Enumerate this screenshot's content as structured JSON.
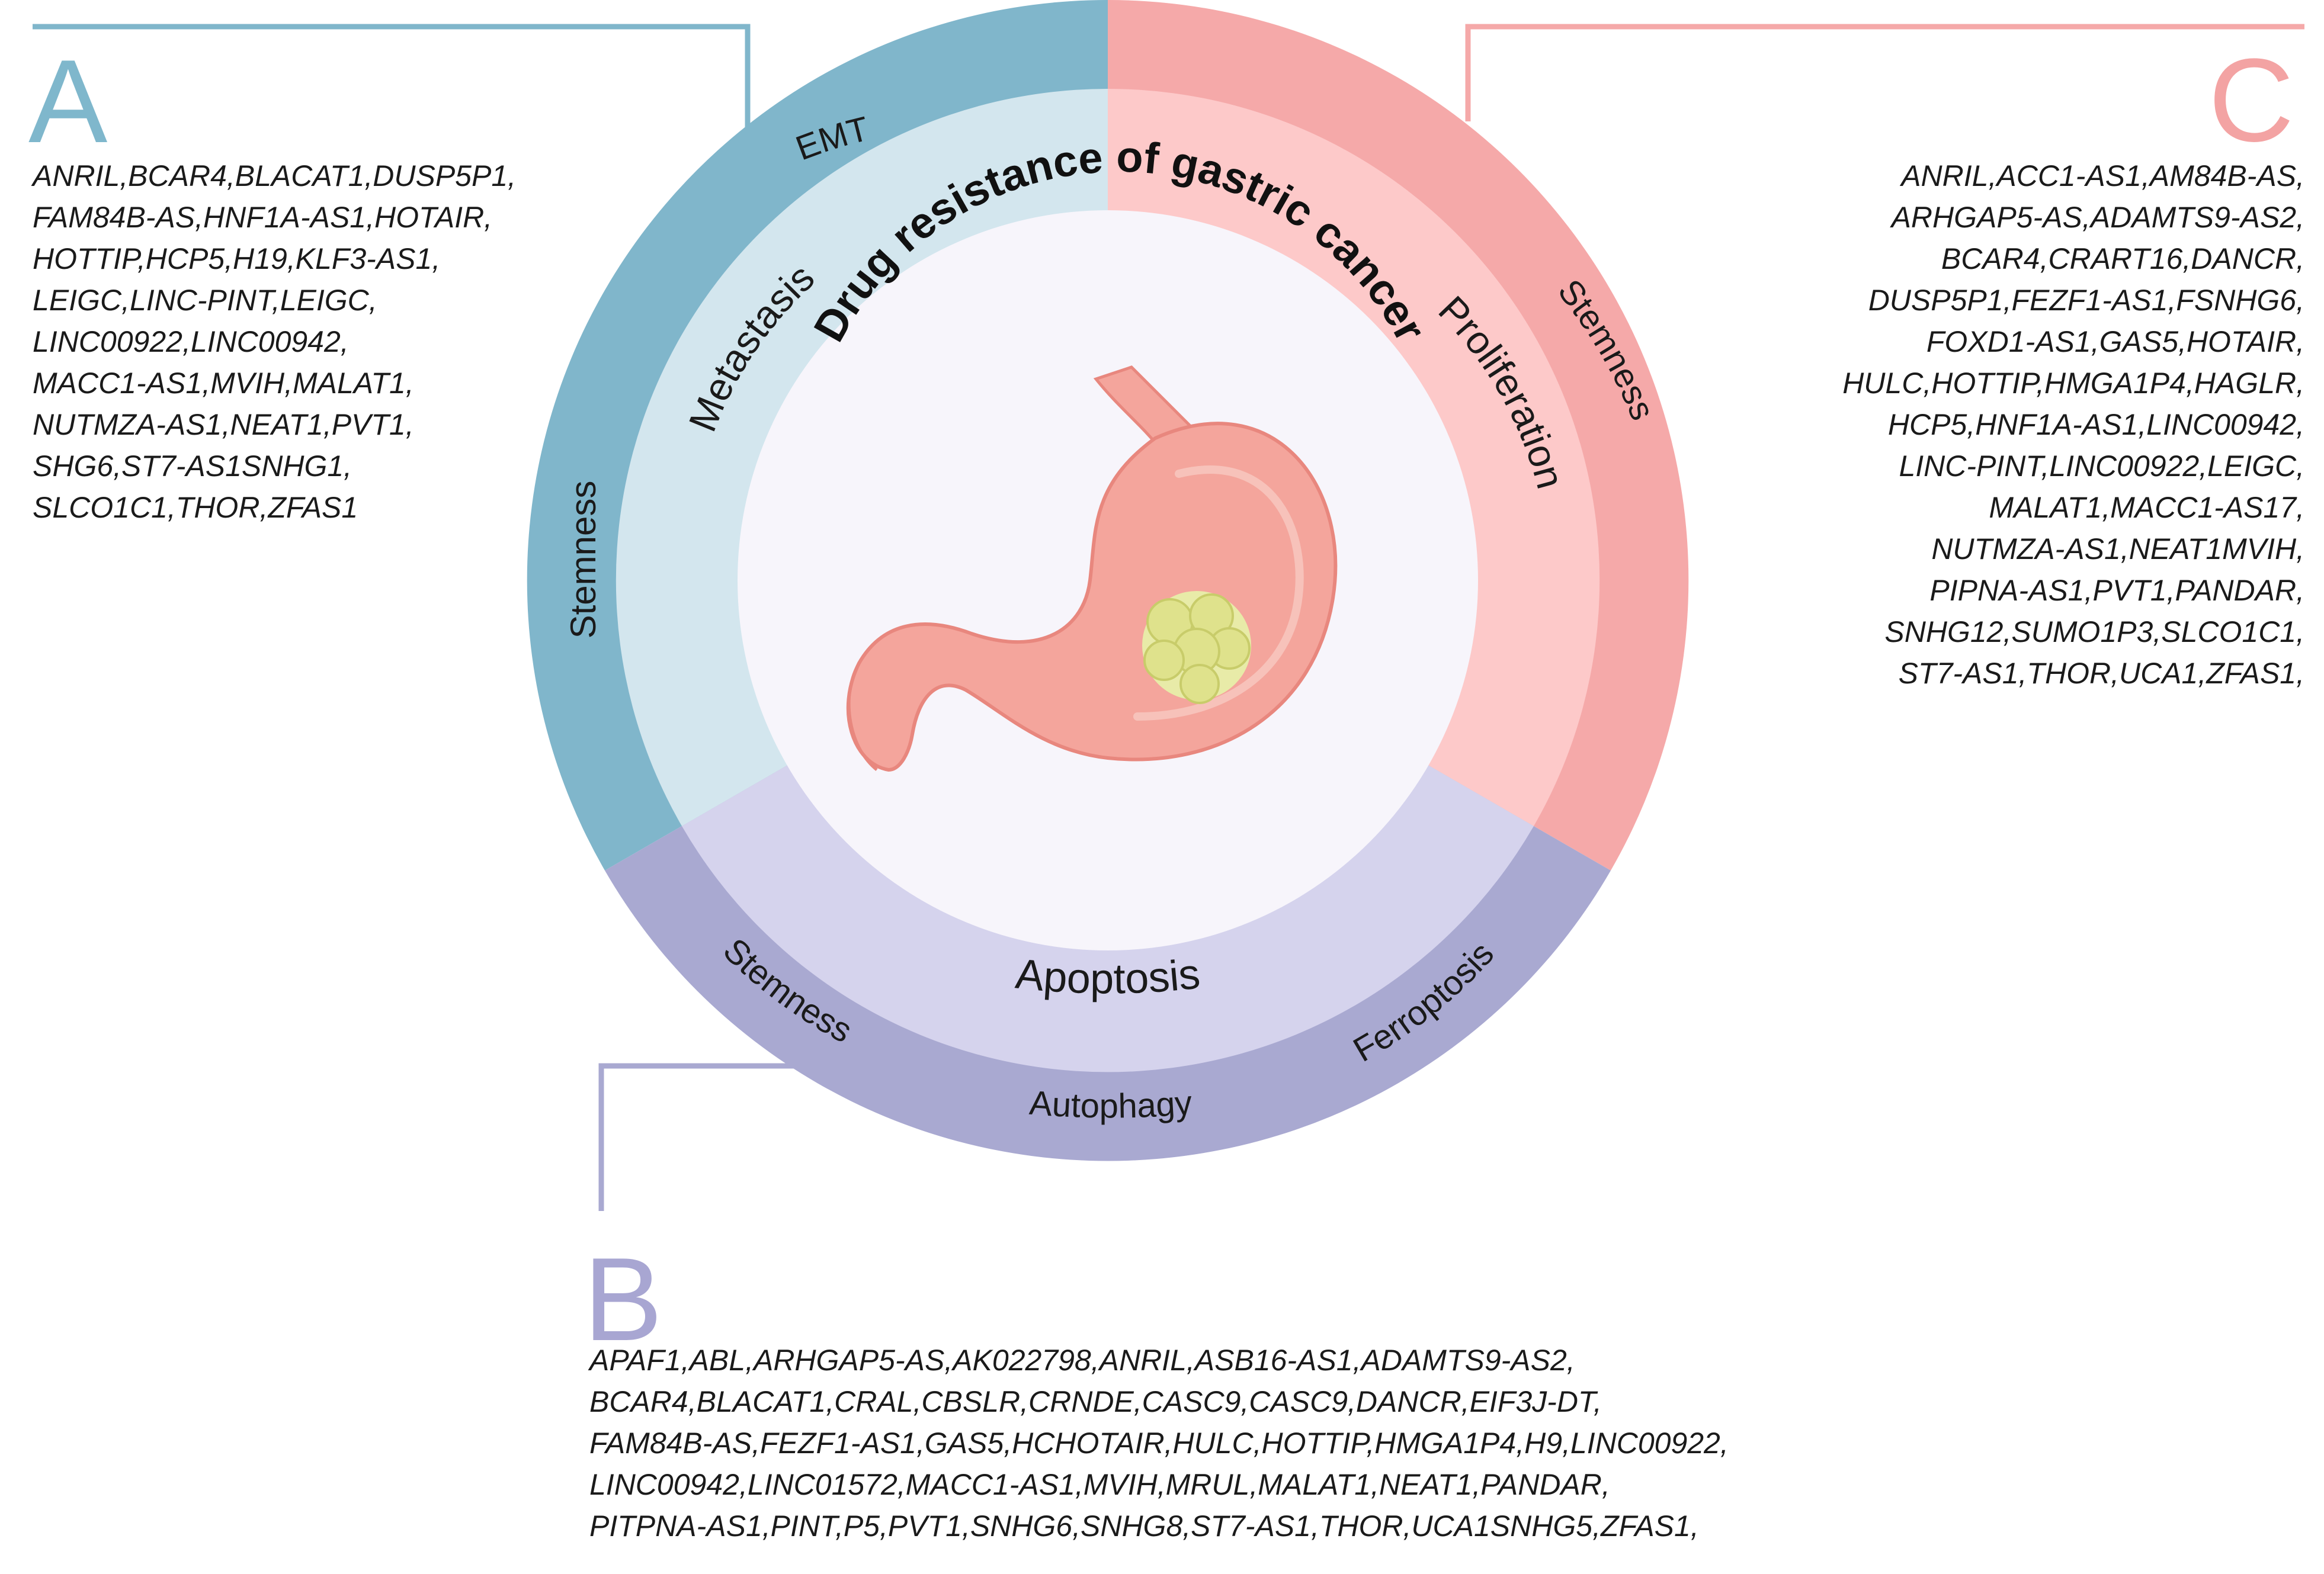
{
  "title": "Drug resistance of gastric cancer",
  "colors": {
    "blue_outer": "#80b6cb",
    "blue_inner": "#d3e6ee",
    "pink_outer": "#f5a9a9",
    "pink_inner": "#fdc9c9",
    "purple_outer": "#a9a9d1",
    "purple_inner": "#d5d3ed",
    "center": "#f7f5fb",
    "stomach": "#f4a59c",
    "tumor": "#e3e69a",
    "letter_a": "#7fb7cc",
    "letter_b": "#a8a6d2",
    "letter_c": "#f3a3a3"
  },
  "ring_labels": {
    "emt": "EMT",
    "metastasis": "Metastasis",
    "stemness_left": "Stemness",
    "stemness_right": "Stemness",
    "proliferation": "Proliferation",
    "apoptosis": "Apoptosis",
    "stemness_bottom": "Stemness",
    "autophagy": "Autophagy",
    "ferroptosis": "Ferroptosis"
  },
  "panels": {
    "a": {
      "letter": "A",
      "lines": [
        "ANRIL,BCAR4,BLACAT1,DUSP5P1,",
        "FAM84B-AS,HNF1A-AS1,HOTAIR,",
        "HOTTIP,HCP5,H19,KLF3-AS1,",
        "LEIGC,LINC-PINT,LEIGC,",
        "LINC00922,LINC00942,",
        "MACC1-AS1,MVIH,MALAT1,",
        "NUTMZA-AS1,NEAT1,PVT1,",
        "SHG6,ST7-AS1SNHG1,",
        "SLCO1C1,THOR,ZFAS1"
      ]
    },
    "c": {
      "letter": "C",
      "lines": [
        "ANRIL,ACC1-AS1,AM84B-AS,",
        "ARHGAP5-AS,ADAMTS9-AS2,",
        "BCAR4,CRART16,DANCR,",
        "DUSP5P1,FEZF1-AS1,FSNHG6,",
        "FOXD1-AS1,GAS5,HOTAIR,",
        "HULC,HOTTIP,HMGA1P4,HAGLR,",
        "HCP5,HNF1A-AS1,LINC00942,",
        "LINC-PINT,LINC00922,LEIGC,",
        "MALAT1,MACC1-AS17,",
        "NUTMZA-AS1,NEAT1MVIH,",
        "PIPNA-AS1,PVT1,PANDAR,",
        "SNHG12,SUMO1P3,SLCO1C1,",
        "ST7-AS1,THOR,UCA1,ZFAS1,"
      ]
    },
    "b": {
      "letter": "B",
      "lines": [
        "APAF1,ABL,ARHGAP5-AS,AK022798,ANRIL,ASB16-AS1,ADAMTS9-AS2,",
        "BCAR4,BLACAT1,CRAL,CBSLR,CRNDE,CASC9,CASC9,DANCR,EIF3J-DT,",
        "FAM84B-AS,FEZF1-AS1,GAS5,HCHOTAIR,HULC,HOTTIP,HMGA1P4,H9,LINC00922,",
        "LINC00942,LINC01572,MACC1-AS1,MVIH,MRUL,MALAT1,NEAT1,PANDAR,",
        "PITPNA-AS1,PINT,P5,PVT1,SNHG6,SNHG8,ST7-AS1,THOR,UCA1SNHG5,ZFAS1,"
      ]
    }
  }
}
